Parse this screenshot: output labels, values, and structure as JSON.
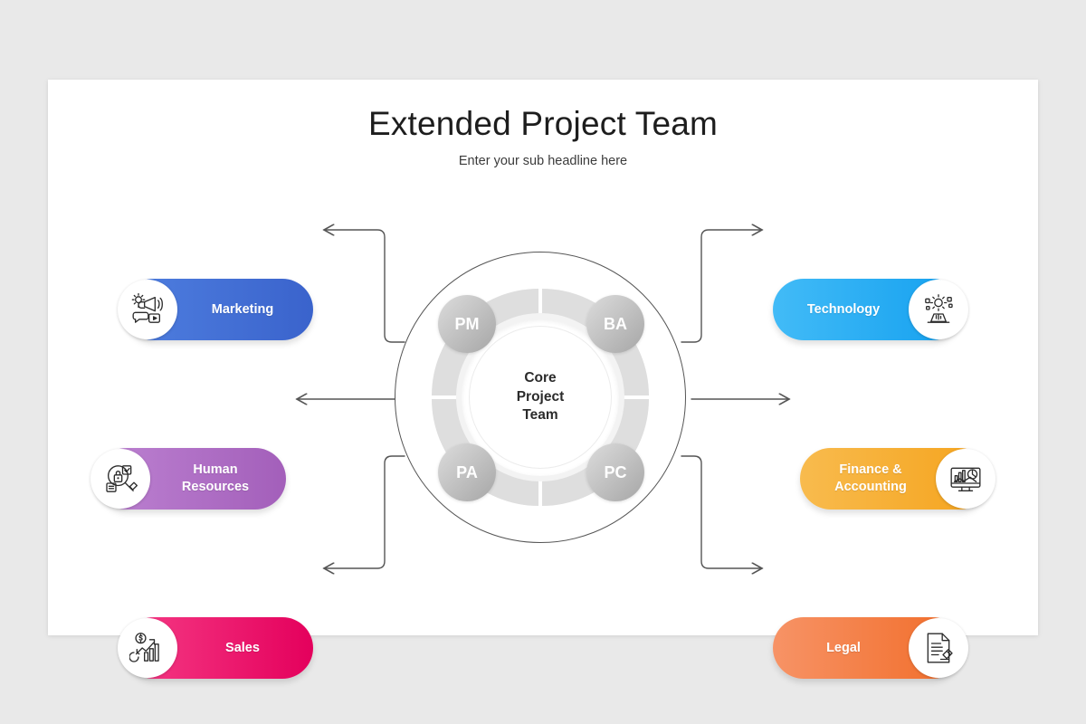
{
  "slide": {
    "title": "Extended Project Team",
    "subtitle": "Enter your sub headline here",
    "background_color": "#e9e9e9",
    "card_color": "#ffffff"
  },
  "hub": {
    "center_label": "Core\nProject\nTeam",
    "nodes": [
      {
        "id": "pm",
        "label": "PM",
        "position": "top-left"
      },
      {
        "id": "ba",
        "label": "BA",
        "position": "top-right"
      },
      {
        "id": "pa",
        "label": "PA",
        "position": "bottom-left"
      },
      {
        "id": "pc",
        "label": "PC",
        "position": "bottom-right"
      }
    ],
    "ring_color": "#dedede",
    "node_color": "#c4c4c4",
    "outline_color": "#555555"
  },
  "pills": {
    "marketing": {
      "label": "Marketing",
      "icon": "megaphone-gear-icon",
      "color_from": "#4f7fe0",
      "color_to": "#3a63cc",
      "side": "left"
    },
    "human_resources": {
      "label": "Human\nResources",
      "icon": "magnifier-lock-icon",
      "color_from": "#bd82d2",
      "color_to": "#a35fba",
      "side": "left"
    },
    "sales": {
      "label": "Sales",
      "icon": "growth-chart-dollar-icon",
      "color_from": "#f63c86",
      "color_to": "#e4005c",
      "side": "left"
    },
    "technology": {
      "label": "Technology",
      "icon": "gear-cloud-laptop-icon",
      "color_from": "#42bbf7",
      "color_to": "#14a0ef",
      "side": "right"
    },
    "finance_accounting": {
      "label": "Finance &\nAccounting",
      "icon": "monitor-chart-icon",
      "color_from": "#f8bb4e",
      "color_to": "#f5a31c",
      "side": "right"
    },
    "legal": {
      "label": "Legal",
      "icon": "document-gavel-icon",
      "color_from": "#f79366",
      "color_to": "#f16c28",
      "side": "right"
    }
  },
  "connectors": {
    "stroke_color": "#555555",
    "stroke_width": 1.4,
    "count": 6
  }
}
